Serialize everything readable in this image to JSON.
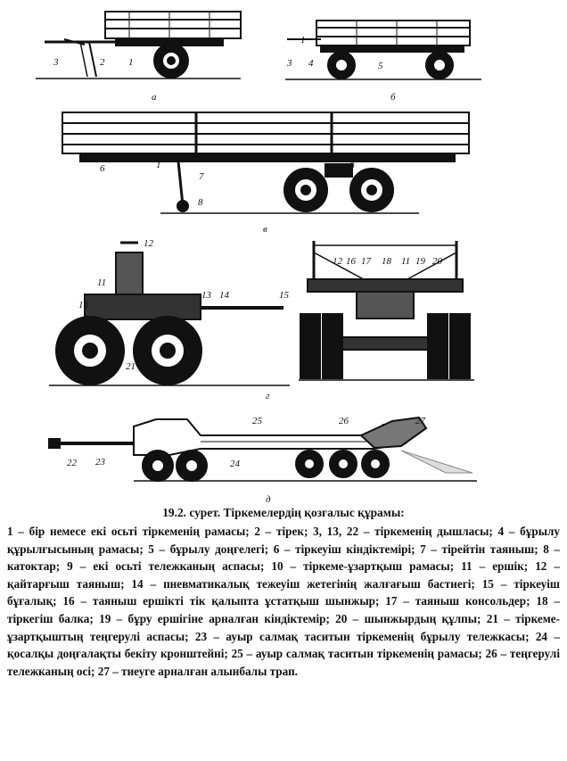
{
  "figure": {
    "subfigures": [
      "а",
      "б",
      "в",
      "г",
      "д"
    ],
    "labels": {
      "a": [
        "3",
        "2",
        "1"
      ],
      "b": [
        "1",
        "3",
        "4",
        "5"
      ],
      "v": [
        "6",
        "1",
        "7",
        "8",
        "9"
      ],
      "g_left": [
        "12",
        "11",
        "10",
        "13",
        "14",
        "15",
        "21"
      ],
      "g_right": [
        "12",
        "16",
        "17",
        "18",
        "11",
        "19",
        "20"
      ],
      "d": [
        "22",
        "23",
        "25",
        "26",
        "27",
        "24"
      ]
    },
    "caption": "19.2. сурет. Тіркемелердің қозғалыс құрамы:",
    "legend": "1 – бір немесе екі осьті тіркеменің рамасы; 2 – тірек; 3, 13, 22 – тіркеменің дышласы; 4 – бұрылу құрылғысының рамасы; 5 – бұрылу доңғелегі; 6 – тіркеуіш кіндіктемірі; 7 – тірейтін таяныш; 8 – катоктар; 9 – екі осьті тележканың аспасы; 10 – тіркеме-ұзартқыш рамасы; 11 – ершік; 12 – қайтарғыш таяныш; 14 – пневматикалық тежеуіш жетегінің жалғағыш бастиегі; 15 – тіркеуіш бұғалық; 16 – таяныш ершікті тік қалыпта ұстатқыш шынжыр; 17 – таяныш консольдер; 18 – тіркегіш балка; 19 – бұру ершігіне арналған кіндіктемір; 20 – шынжырдың құлпы; 21 – тіркеме-ұзартқыштың теңгерулі аспасы; 23 – ауыр салмақ таситын тіркеменің бұрылу тележкасы; 24 – қосалқы доңғалақты бекіту кронштейні; 25 – ауыр салмақ таситын тіркеменің рамасы; 26 – теңгерулі тележканың осі; 27 – тиеуге арналған алынбалы трап."
  }
}
